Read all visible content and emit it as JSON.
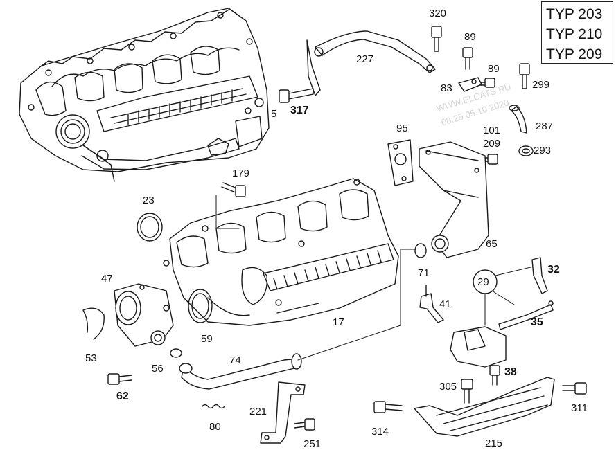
{
  "models": [
    "TYP 203",
    "TYP 210",
    "TYP 209"
  ],
  "watermark": {
    "site": "WWW.ELCATS.RU",
    "stamp": "08:25 05.10.2020"
  },
  "callouts": {
    "p320": "320",
    "p89a": "89",
    "p89b": "89",
    "p227": "227",
    "p83": "83",
    "p299": "299",
    "p317": "317",
    "p5": "5",
    "p95": "95",
    "p101": "101",
    "p209": "209",
    "p287": "287",
    "p293": "293",
    "p179": "179",
    "p23": "23",
    "p65": "65",
    "p71": "71",
    "p47": "47",
    "p29": "29",
    "p32": "32",
    "p41": "41",
    "p35": "35",
    "p17": "17",
    "p59": "59",
    "p53": "53",
    "p56": "56",
    "p74": "74",
    "p38": "38",
    "p62": "62",
    "p305": "305",
    "p311": "311",
    "p221": "221",
    "p80": "80",
    "p251": "251",
    "p314": "314",
    "p215": "215"
  }
}
